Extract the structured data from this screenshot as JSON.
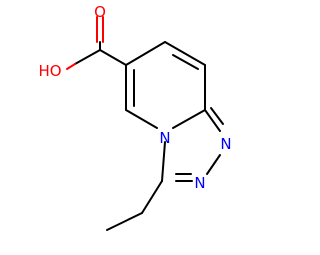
{
  "molecule": {
    "atom_labels": {
      "hydroxyl": "HO",
      "carbonyl_oxygen": "O",
      "bridgehead_nitrogen": "N",
      "triazole_n1": "N",
      "triazole_n2": "N"
    },
    "colors": {
      "bond": "#000000",
      "oxygen": "#ff0000",
      "nitrogen": "#0000ff"
    }
  }
}
